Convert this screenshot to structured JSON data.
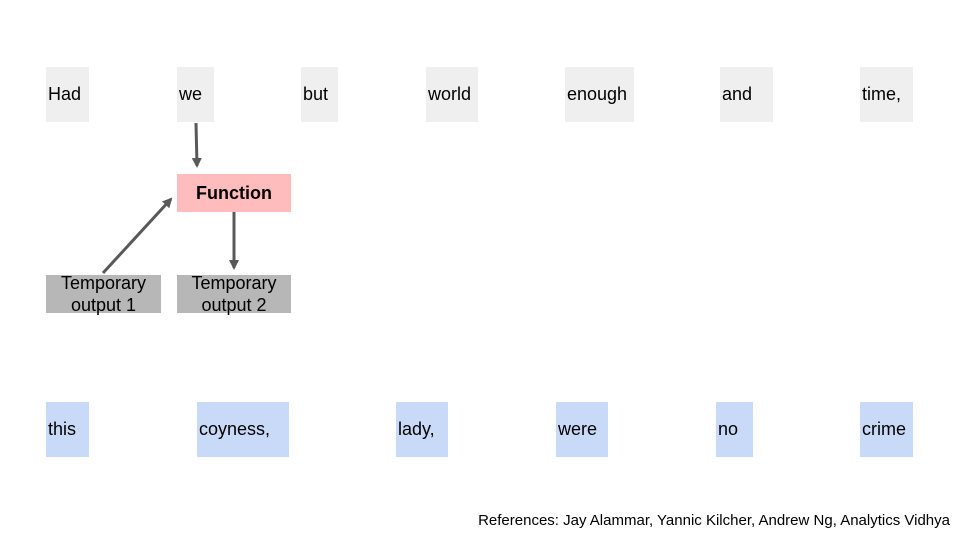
{
  "top_words": [
    "Had",
    "we",
    "but",
    "world",
    "enough",
    "and",
    "time,"
  ],
  "function_label": "Function",
  "temp_outputs": [
    {
      "line1": "Temporary",
      "line2": "output 1"
    },
    {
      "line1": "Temporary",
      "line2": "output 2"
    }
  ],
  "bottom_words": [
    "this",
    "coyness,",
    "lady,",
    "were",
    "no",
    "crime"
  ],
  "references": "References: Jay Alammar, Yannic Kilcher, Andrew Ng, Analytics Vidhya",
  "colors": {
    "word_bg": "#efefef",
    "word_blue_bg": "#c9daf8",
    "function_bg": "#ffbcbc",
    "temp_bg": "#b7b7b7",
    "arrow": "#595959"
  }
}
